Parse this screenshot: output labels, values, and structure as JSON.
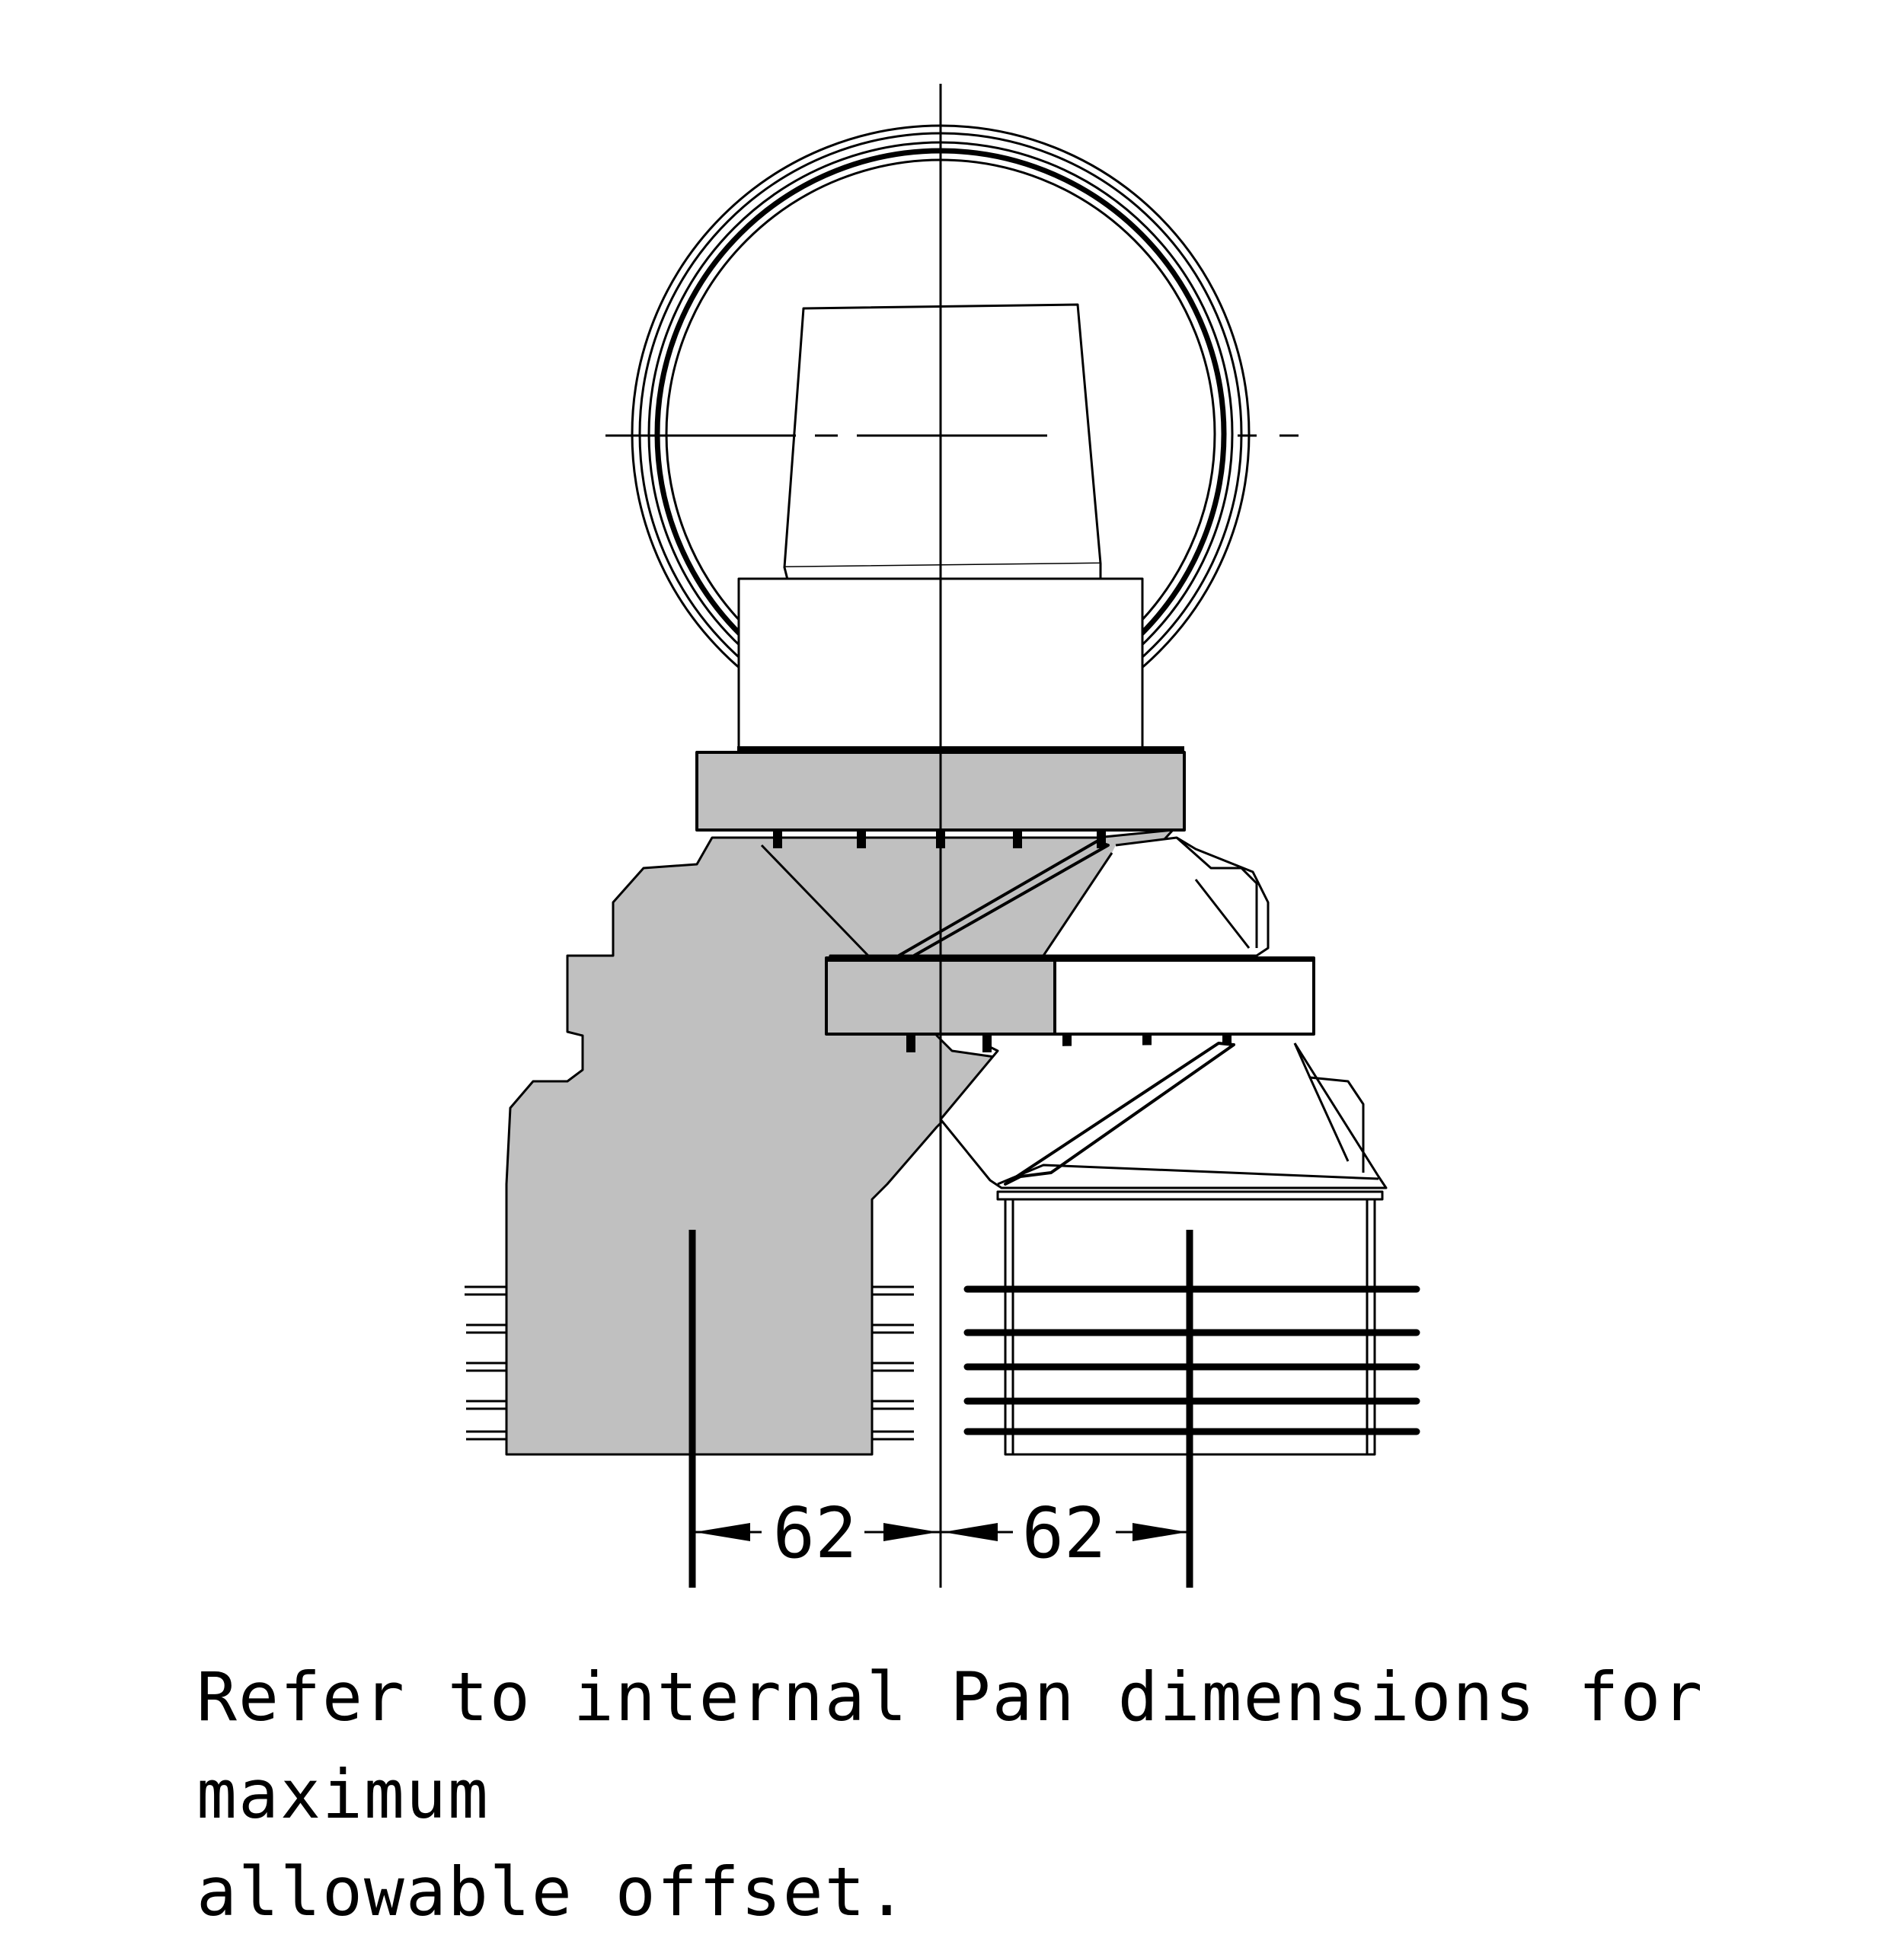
{
  "dimensions": {
    "left_offset": "62",
    "right_offset": "62"
  },
  "note": {
    "line1": "Refer to internal Pan dimensions for maximum",
    "line2": "allowable offset."
  },
  "colors": {
    "line": "#000000",
    "fill_grey": "#c0c0c0",
    "background": "#ffffff"
  }
}
